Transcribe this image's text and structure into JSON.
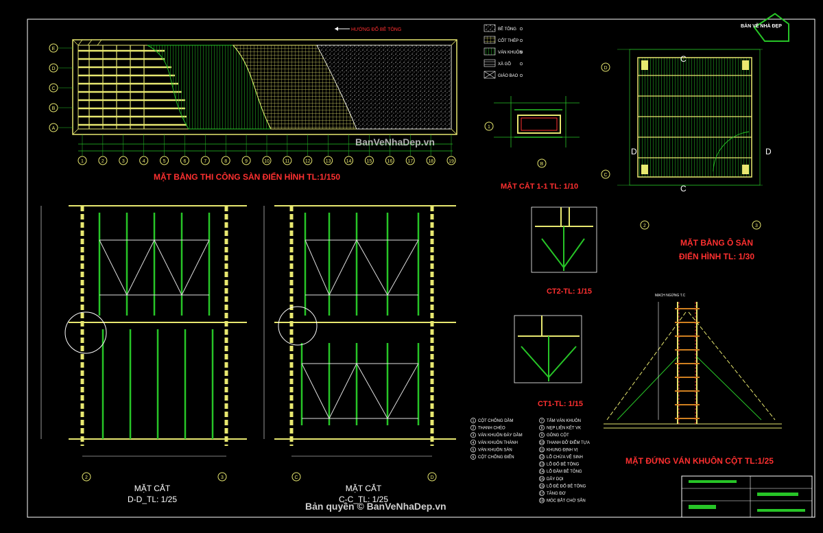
{
  "watermark": {
    "logo_text": "BẢN VẼ NHÀ ĐẸP",
    "site": "BanVeNhaDep.vn",
    "copyright": "Bản quyền © BanVeNhaDep.vn"
  },
  "titles": {
    "plan_main": "MẶT BẰNG THI CÔNG SÀN ĐIỂN HÌNH TL:1/150",
    "pour_direction": "HƯỚNG ĐỔ BÊ TÔNG",
    "section_11": "MẶT CẮT 1-1 TL: 1/10",
    "slab_plan_1": "MẶT BẰNG Ô SÀN",
    "slab_plan_2": "ĐIỂN HÌNH TL: 1/30",
    "ct2": "CT2-TL: 1/15",
    "ct1": "CT1-TL: 1/15",
    "elevation": "MẶT ĐỨNG VÁN KHUÔN CỘT TL:1/25",
    "section_dd_1": "MẶT CẮT",
    "section_dd_2": "D-D_TL: 1/25",
    "section_cc_1": "MẶT CẮT",
    "section_cc_2": "C-C_TL: 1/25"
  },
  "plan_grid": {
    "rows": [
      "E",
      "D",
      "C",
      "B",
      "A"
    ],
    "cols": [
      "1",
      "2",
      "3",
      "4",
      "5",
      "6",
      "7",
      "8",
      "9",
      "10",
      "11",
      "12",
      "13",
      "14",
      "15",
      "16",
      "17",
      "18",
      "19"
    ]
  },
  "slab_grid": {
    "rows": [
      "D",
      "C"
    ],
    "cols": [
      "2",
      "3"
    ],
    "cut_labels": [
      "C",
      "C",
      "D",
      "D"
    ]
  },
  "section_grid": {
    "dd": [
      "2",
      "3"
    ],
    "cc": [
      "C",
      "D"
    ]
  },
  "hatch_legend": [
    "BÊ TÔNG",
    "CỐT THÉP",
    "VÁN KHUÔN",
    "XÀ GỒ",
    "GIÁO BAO"
  ],
  "notes_left": [
    "CỘT CHỐNG DẦM",
    "THANH CHÉO",
    "VÁN KHUÔN ĐÁY DẦM",
    "VÁN KHUÔN THÀNH",
    "VÁN KHUÔN SÀN",
    "CỘT CHỐNG ĐIỂN"
  ],
  "notes_right": [
    "TẤM VÁN KHUÔN",
    "NẸP LIÊN KẾT VK",
    "GÔNG CỘT",
    "THANH ĐỠ ĐIỂM TỰA",
    "KHUNG ĐỊNH VỊ",
    "LỖ CHỪA VỆ SINH",
    "LỖ ĐỔ BÊ TÔNG",
    "LỖ ĐẦM BÊ TÔNG",
    "DÂY DỌI",
    "LỖ ĐỀ ĐỔ BÊ TÔNG",
    "TĂNG ĐƠ",
    "MÓC BẮT CHỜ SẴN"
  ],
  "note_numbers_left": [
    "1",
    "2",
    "3",
    "4",
    "5",
    "6"
  ],
  "note_numbers_right": [
    "7",
    "8",
    "9",
    "10",
    "11",
    "12",
    "13",
    "14",
    "15",
    "16",
    "17",
    "18"
  ],
  "elevation_note": "MẠCH NGỪNG T.C",
  "colors": {
    "background": "#000000",
    "title_red": "#ff3030",
    "frame": "#ffffff",
    "yellow": "#e8e870",
    "green": "#27c527",
    "orange": "#d08020"
  }
}
